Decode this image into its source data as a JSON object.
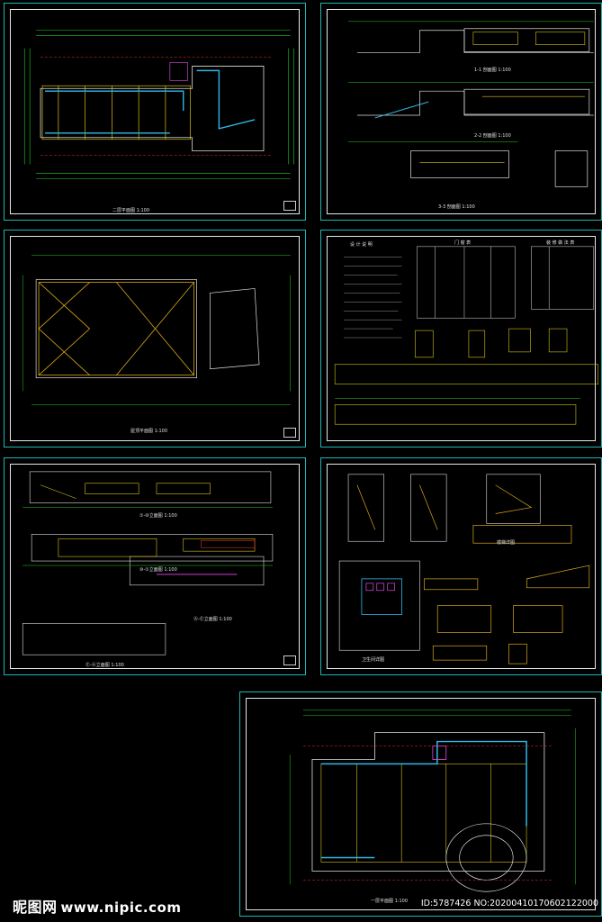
{
  "sheets": [
    {
      "id": "s1",
      "caption": "二层平面图 1:100"
    },
    {
      "id": "s2",
      "captions": [
        "1-1 剖面图 1:100",
        "2-2 剖面图 1:100",
        "3-3 剖面图 1:100"
      ]
    },
    {
      "id": "s3",
      "caption": "屋顶平面图 1:100"
    },
    {
      "id": "s4",
      "captions": [
        "设 计 说 明",
        "门 窗 表",
        "装 修 做 法 表"
      ]
    },
    {
      "id": "s5",
      "captions": [
        "①-⑩立面图 1:100",
        "⑩-①立面图 1:100",
        "Ⓐ-Ⓔ立面图 1:100",
        "Ⓔ-Ⓐ立面图 1:100"
      ]
    },
    {
      "id": "s6",
      "captions": [
        "楼梯详图",
        "卫生间详图"
      ]
    },
    {
      "id": "s7",
      "caption": "一层平面图 1:100"
    }
  ],
  "watermark": {
    "logo": "昵图网",
    "url": "www.nipic.com",
    "id_text": "ID:5787426 NO:20200410170602122000"
  }
}
